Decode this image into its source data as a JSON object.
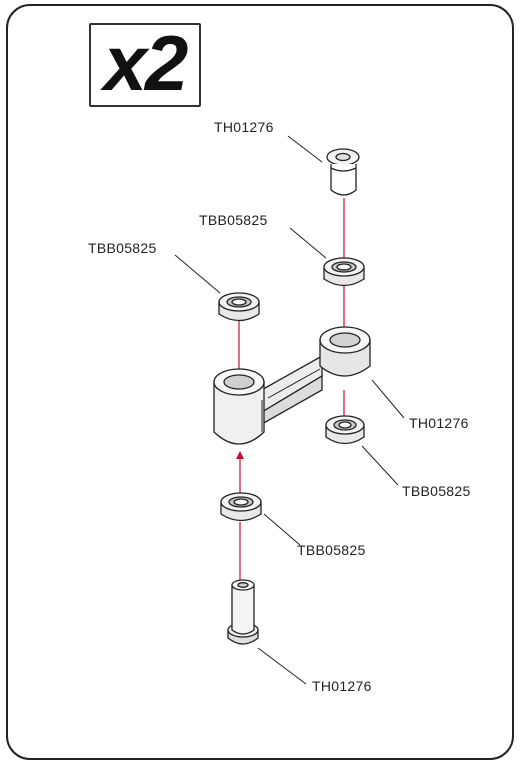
{
  "quantity_badge": {
    "text": "x2"
  },
  "part_labels": [
    {
      "id": "top-bushing",
      "text": "TH01276"
    },
    {
      "id": "top-bearing",
      "text": "TBB05825"
    },
    {
      "id": "left-bearing",
      "text": "TBB05825"
    },
    {
      "id": "arm",
      "text": "TH01276"
    },
    {
      "id": "right-lower-bearing",
      "text": "TBB05825"
    },
    {
      "id": "lower-bearing",
      "text": "TBB05825"
    },
    {
      "id": "bottom-bushing",
      "text": "TH01276"
    }
  ],
  "colors": {
    "arrow": "#c8102e",
    "outline": "#222222"
  }
}
